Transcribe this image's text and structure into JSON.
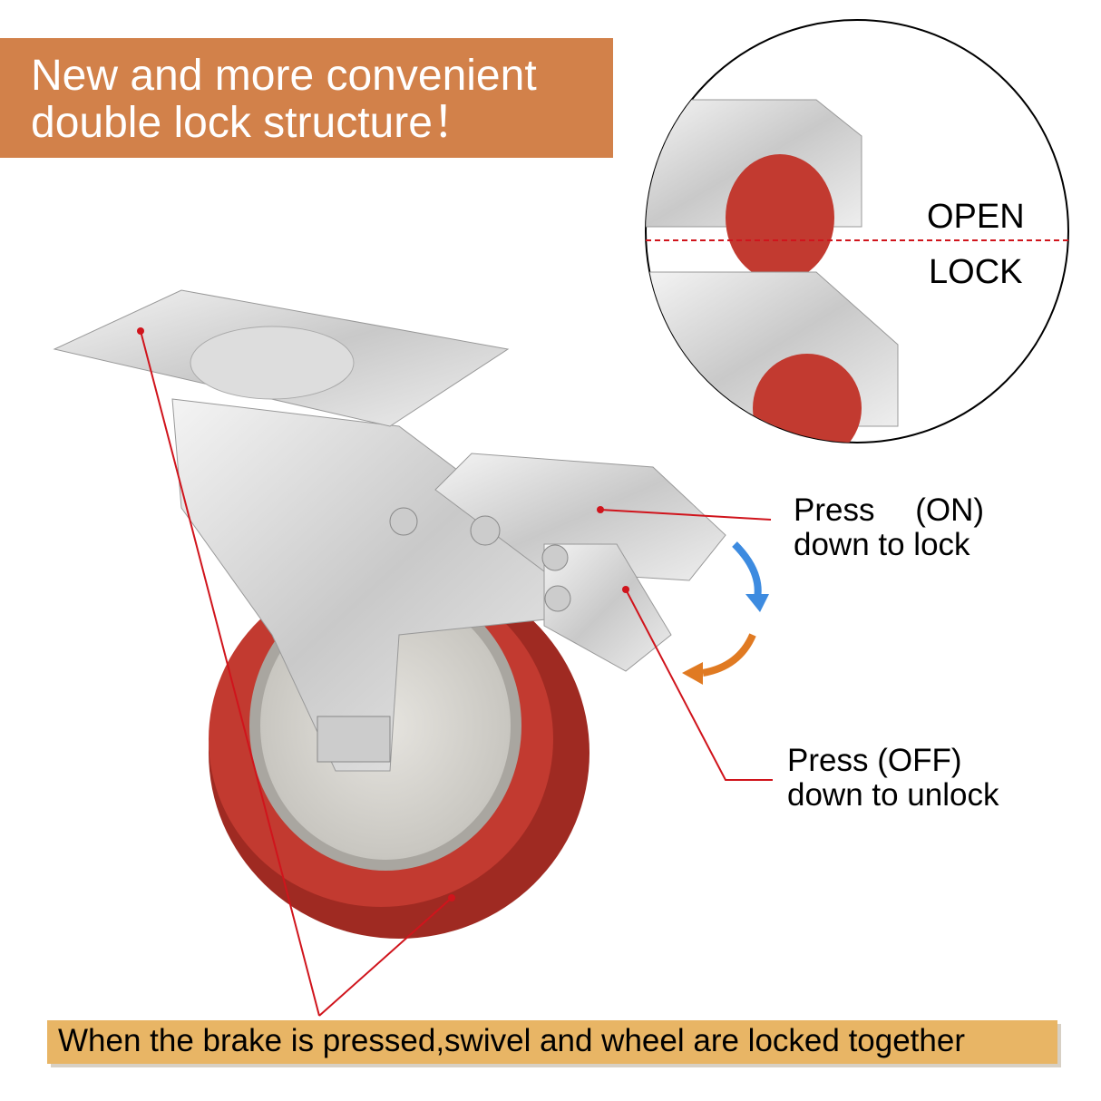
{
  "title": {
    "line1": "New and more convenient",
    "line2": "double lock structure！"
  },
  "inset": {
    "open_label": "OPEN",
    "lock_label": "LOCK"
  },
  "callouts": {
    "lock": {
      "line1": "Press 　(ON)",
      "line2": "down to lock"
    },
    "unlock": {
      "line1": "Press (OFF)",
      "line2": "down to unlock"
    }
  },
  "footer": "When the brake is pressed,swivel and wheel are locked together",
  "colors": {
    "banner": "#d2814a",
    "footer_banner": "#e8b565",
    "wheel": "#b8322a",
    "leader_line": "#d0141c",
    "arrow_blue": "#3d8be0",
    "arrow_orange": "#e07a22"
  }
}
